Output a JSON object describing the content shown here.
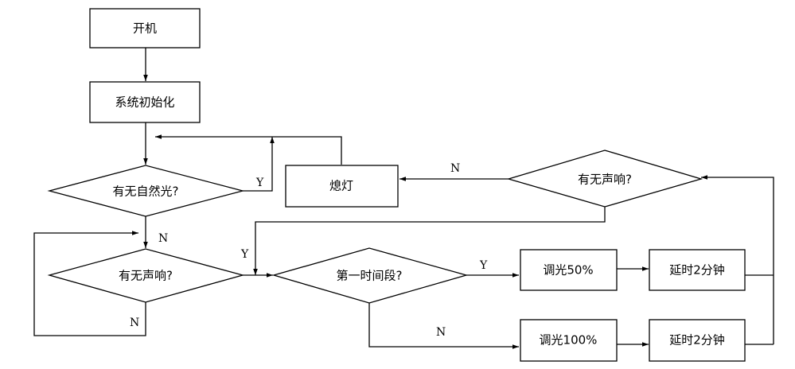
{
  "nodes": {
    "start": "开机",
    "init": "系统初始化",
    "natural_light_q": "有无自然光?",
    "light_off": "熄灯",
    "sound_q_left": "有无声响?",
    "sound_q_right": "有无声响?",
    "period_q": "第一时间段?",
    "dim50": "调光50%",
    "dim100": "调光100%",
    "delay_top": "延时2分钟",
    "delay_bottom": "延时2分钟"
  },
  "edge_labels": {
    "natural_yes": "Y",
    "natural_no": "N",
    "sound_left_no": "N",
    "sound_left_yes": "Y",
    "sound_right_no": "N",
    "period_yes": "Y",
    "period_no": "N"
  }
}
